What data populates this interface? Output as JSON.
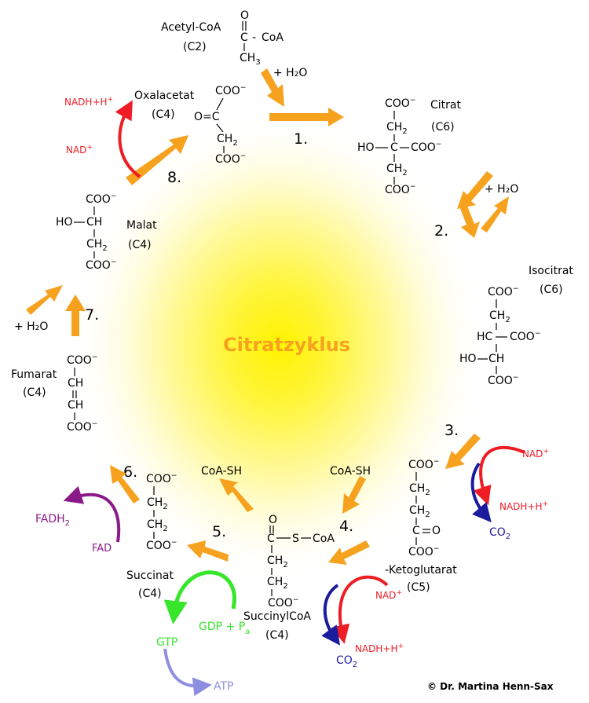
{
  "title": "Citratzyklus",
  "copyright": "© Dr. Martina Henn-Sax",
  "colors": {
    "arrow": "#f6a21e",
    "glow_center": "#ffef00",
    "title": "#f6a21e",
    "nad": "#ee1c24",
    "co2": "#1b1b9e",
    "fad": "#8b1a89",
    "gtp": "#37e52b",
    "atp": "#8e8ee0"
  },
  "steps": [
    "1.",
    "2.",
    "3.",
    "4.",
    "5.",
    "6.",
    "7.",
    "8."
  ],
  "molecules": {
    "acetyl": {
      "name": "Acetyl-CoA",
      "carbons": "(C2)",
      "o": "O",
      "c": "C",
      "dash": "-",
      "coa": "CoA",
      "ch3": "CH",
      "ch3_sub": "3"
    },
    "citrat": {
      "name": "Citrat",
      "carbons": "(C6)",
      "coo1": "COO",
      "ch2a": "CH",
      "ho_c": "HO",
      "c": "C",
      "coo2": "COO",
      "ch2b": "CH",
      "coo3": "COO",
      "sub2": "2",
      "minus": "−"
    },
    "isocitrat": {
      "name": "Isocitrat",
      "carbons": "(C6)",
      "coo1": "COO",
      "ch2": "CH",
      "hc": "HC",
      "coo2": "COO",
      "ho": "HO",
      "ch": "CH",
      "coo3": "COO",
      "sub2": "2",
      "minus": "−"
    },
    "ketoglutarat": {
      "name": "-Ketoglutarat",
      "carbons": "(C5)",
      "coo1": "COO",
      "ch2a": "CH",
      "ch2b": "CH",
      "c": "C",
      "o": "O",
      "coo2": "COO",
      "sub2": "2",
      "minus": "−"
    },
    "succinylcoa": {
      "name": "SuccinylCoA",
      "carbons": "(C4)",
      "o": "O",
      "c": "C",
      "s": "S",
      "coa": "CoA",
      "ch2a": "CH",
      "ch2b": "CH",
      "coo": "COO",
      "sub2": "2",
      "minus": "−"
    },
    "succinat": {
      "name": "Succinat",
      "carbons": "(C4)",
      "coo1": "COO",
      "ch2a": "CH",
      "ch2b": "CH",
      "coo2": "COO",
      "sub2": "2",
      "minus": "−"
    },
    "fumarat": {
      "name": "Fumarat",
      "carbons": "(C4)",
      "coo1": "COO",
      "ch1": "CH",
      "ch2": "CH",
      "coo2": "COO",
      "minus": "−"
    },
    "malat": {
      "name": "Malat",
      "carbons": "(C4)",
      "coo1": "COO",
      "ho": "HO",
      "ch": "CH",
      "ch2": "CH",
      "coo2": "COO",
      "sub2": "2",
      "minus": "−"
    },
    "oxalacetat": {
      "name": "Oxalacetat",
      "carbons": "(C4)",
      "coo1": "COO",
      "oc": "O=C",
      "ch2": "CH",
      "coo2": "COO",
      "sub2": "2",
      "minus": "−"
    }
  },
  "cofactors": {
    "h2o_1": "+ H₂O",
    "h2o_2": "+ H₂O",
    "h2o_7": "+ H₂O",
    "nad": "NAD",
    "nadh": "NADH+H",
    "plus": "+",
    "co2": "CO",
    "co2_sub": "2",
    "coash_1": "CoA-SH",
    "coash_2": "CoA-SH",
    "fad": "FAD",
    "fadh": "FADH",
    "fadh_sub": "2",
    "gtp": "GTP",
    "gdp": "GDP + P",
    "gdp_sub": "a",
    "atp": "ATP"
  }
}
